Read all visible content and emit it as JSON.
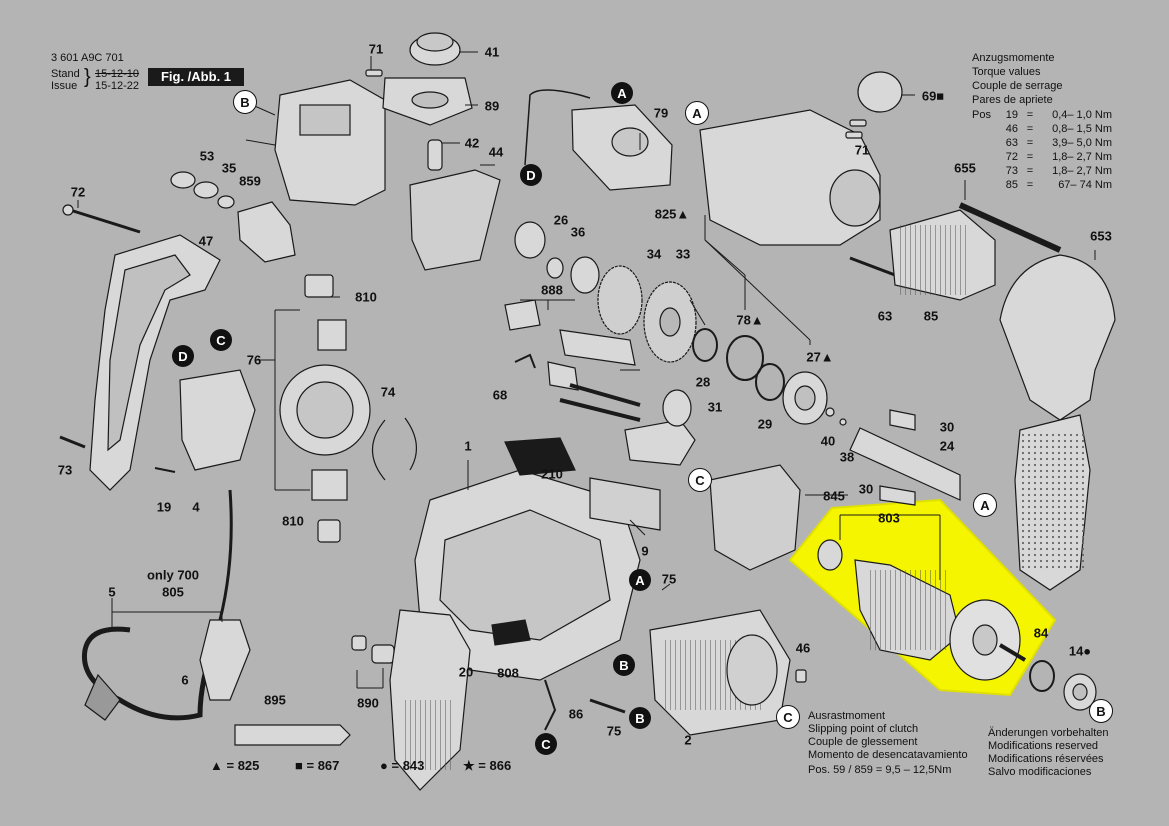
{
  "header": {
    "doc_number": "3 601 A9C 701",
    "stand_label": "Stand",
    "issue_label": "Issue",
    "date_old": "15-12-10",
    "date_new": "15-12-22",
    "figure_label": "Fig. /Abb. 1"
  },
  "torque": {
    "title_de": "Anzugsmomente",
    "title_en": "Torque values",
    "title_fr": "Couple de serrage",
    "title_es": "Pares de apriete",
    "pos_label": "Pos",
    "rows": [
      {
        "pos": "19",
        "eq": "=",
        "value": "0,4– 1,0 Nm"
      },
      {
        "pos": "46",
        "eq": "=",
        "value": "0,8– 1,5 Nm"
      },
      {
        "pos": "63",
        "eq": "=",
        "value": "3,9– 5,0 Nm"
      },
      {
        "pos": "72",
        "eq": "=",
        "value": "1,8– 2,7 Nm"
      },
      {
        "pos": "73",
        "eq": "=",
        "value": "1,8– 2,7 Nm"
      },
      {
        "pos": "85",
        "eq": "=",
        "value": "67– 74 Nm"
      }
    ]
  },
  "clutch": {
    "line1": "Ausrastmoment",
    "line2": "Slipping point of clutch",
    "line3": "Couple de glessement",
    "line4": "Momento de desencatavamiento",
    "line5": "Pos.  59 / 859 =   9,5 – 12,5Nm"
  },
  "changes": {
    "line1": "Änderungen vorbehalten",
    "line2": "Modifications reserved",
    "line3": "Modifications réservées",
    "line4": "Salvo modificaciones"
  },
  "legend": [
    {
      "symbol": "▲",
      "text": "= 825"
    },
    {
      "symbol": "■",
      "text": "= 867"
    },
    {
      "symbol": "●",
      "text": "= 843"
    },
    {
      "symbol": "★",
      "text": "= 866"
    }
  ],
  "only_note": "only 700",
  "part_labels": [
    "71",
    "41",
    "89",
    "42",
    "44",
    "B",
    "53",
    "35",
    "859",
    "72",
    "47",
    "810",
    "C",
    "D",
    "76",
    "73",
    "19",
    "4",
    "810",
    "5",
    "805",
    "6",
    "895",
    "890",
    "74",
    "1",
    "210",
    "9",
    "20",
    "808",
    "86",
    "75",
    "2",
    "79",
    "A",
    "D",
    "26",
    "36",
    "34",
    "33",
    "888",
    "68",
    "78▲",
    "28",
    "27▲",
    "31",
    "29",
    "40",
    "38",
    "825▲",
    "A",
    "71",
    "69■",
    "655",
    "63",
    "85",
    "653",
    "C",
    "845",
    "30",
    "24",
    "30",
    "803",
    "84",
    "14●",
    "75",
    "46"
  ],
  "circle_markers": [
    "A",
    "B",
    "C",
    "D"
  ],
  "highlight_color": "#ffff00"
}
